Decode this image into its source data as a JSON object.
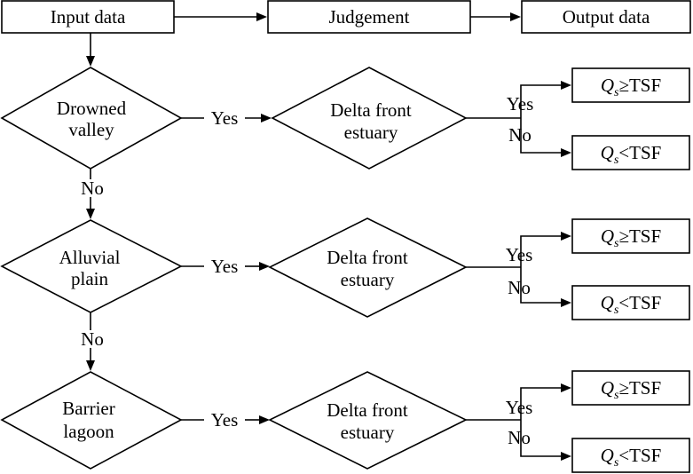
{
  "header": {
    "input": "Input data",
    "judgement": "Judgement",
    "output": "Output data"
  },
  "rows": [
    {
      "condition": [
        "Drowned",
        "valley"
      ],
      "branch_yes": "Yes",
      "branch_no": "No",
      "judgement": [
        "Delta front",
        "estuary"
      ],
      "result_yes_label": "Yes",
      "result_no_label": "No",
      "result_yes": {
        "symbol": "Q",
        "sub": "s",
        "rest": "≥TSF"
      },
      "result_no": {
        "symbol": "Q",
        "sub": "s",
        "rest": "<TSF"
      }
    },
    {
      "condition": [
        "Alluvial",
        "plain"
      ],
      "branch_yes": "Yes",
      "branch_no": "No",
      "judgement": [
        "Delta front",
        "estuary"
      ],
      "result_yes_label": "Yes",
      "result_no_label": "No",
      "result_yes": {
        "symbol": "Q",
        "sub": "s",
        "rest": "≥TSF"
      },
      "result_no": {
        "symbol": "Q",
        "sub": "s",
        "rest": "<TSF"
      }
    },
    {
      "condition": [
        "Barrier",
        "lagoon"
      ],
      "branch_yes": "Yes",
      "judgement": [
        "Delta front",
        "estuary"
      ],
      "result_yes_label": "Yes",
      "result_no_label": "No",
      "result_yes": {
        "symbol": "Q",
        "sub": "s",
        "rest": "≥TSF"
      },
      "result_no": {
        "symbol": "Q",
        "sub": "s",
        "rest": "<TSF"
      }
    }
  ]
}
